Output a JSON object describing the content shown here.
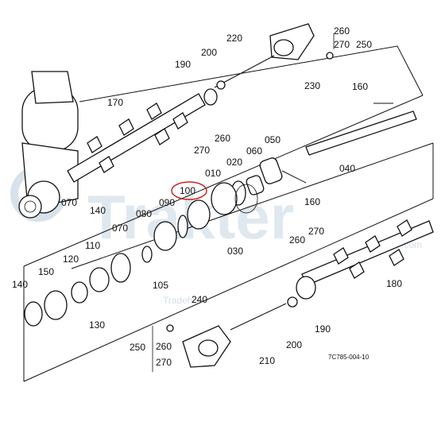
{
  "watermark": {
    "brand": "Trakter",
    "sub": ".com",
    "small": "Tradehis"
  },
  "highlight_color": "#cc2222",
  "reference_code": "7C785-004-10",
  "callouts": [
    {
      "id": "c220",
      "text": "220"
    },
    {
      "id": "c200a",
      "text": "200"
    },
    {
      "id": "c190a",
      "text": "190"
    },
    {
      "id": "c260a",
      "text": "260"
    },
    {
      "id": "c270a",
      "text": "270"
    },
    {
      "id": "c250a",
      "text": "250"
    },
    {
      "id": "c230",
      "text": "230"
    },
    {
      "id": "c170",
      "text": "170"
    },
    {
      "id": "c260b",
      "text": "260"
    },
    {
      "id": "c270b",
      "text": "270"
    },
    {
      "id": "c160a",
      "text": "160"
    },
    {
      "id": "c050",
      "text": "050"
    },
    {
      "id": "c060",
      "text": "060"
    },
    {
      "id": "c020",
      "text": "020"
    },
    {
      "id": "c010",
      "text": "010"
    },
    {
      "id": "c040",
      "text": "040"
    },
    {
      "id": "c100",
      "text": "100"
    },
    {
      "id": "c090",
      "text": "090"
    },
    {
      "id": "c160b",
      "text": "160"
    },
    {
      "id": "c080",
      "text": "080"
    },
    {
      "id": "c070a",
      "text": "070"
    },
    {
      "id": "c140a",
      "text": "140"
    },
    {
      "id": "c070b",
      "text": "070"
    },
    {
      "id": "c110",
      "text": "110"
    },
    {
      "id": "c120",
      "text": "120"
    },
    {
      "id": "c105",
      "text": "105"
    },
    {
      "id": "c030",
      "text": "030"
    },
    {
      "id": "c260c",
      "text": "260"
    },
    {
      "id": "c270c",
      "text": "270"
    },
    {
      "id": "c180",
      "text": "180"
    },
    {
      "id": "c150",
      "text": "150"
    },
    {
      "id": "c140b",
      "text": "140"
    },
    {
      "id": "c130",
      "text": "130"
    },
    {
      "id": "c240",
      "text": "240"
    },
    {
      "id": "c190b",
      "text": "190"
    },
    {
      "id": "c200b",
      "text": "200"
    },
    {
      "id": "c210",
      "text": "210"
    },
    {
      "id": "c250b",
      "text": "250"
    },
    {
      "id": "c260d",
      "text": "260"
    },
    {
      "id": "c270d",
      "text": "270"
    }
  ]
}
